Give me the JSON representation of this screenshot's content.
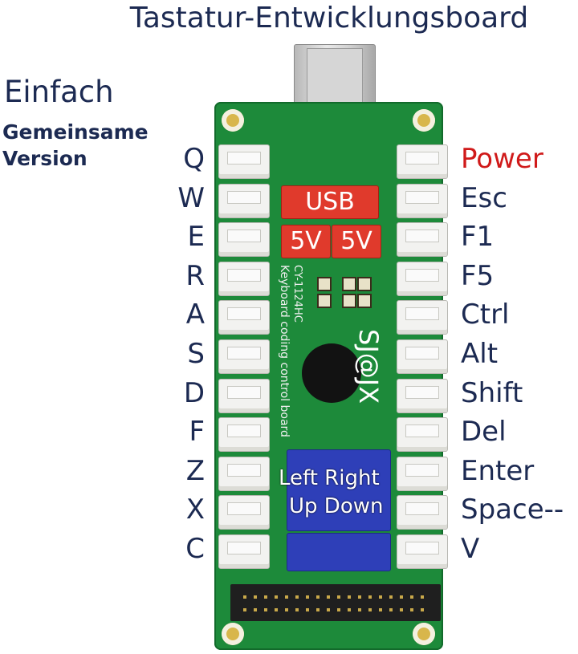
{
  "title": "Tastatur-Entwicklungsboard",
  "subtitle_1": "Einfach",
  "subtitle_2": "Gemeinsame",
  "subtitle_3": "Version",
  "left_labels": [
    "Q",
    "W",
    "E",
    "R",
    "A",
    "S",
    "D",
    "F",
    "Z",
    "X",
    "C"
  ],
  "right_labels": [
    "Power",
    "Esc",
    "F1",
    "F5",
    "Ctrl",
    "Alt",
    "Shift",
    "Del",
    "Enter",
    "Space--",
    "V"
  ],
  "board": {
    "usb_label": "USB",
    "v1_label": "5V",
    "v2_label": "5V",
    "model": "CY-1124HC",
    "silk_text": "Keyboard coding control board",
    "logo": "SJ@JX",
    "dir_line1": "Left Right",
    "dir_line2": "Up Down"
  },
  "colors": {
    "text": "#1c2a52",
    "power": "#d01a1a",
    "pcb": "#1d8a3a",
    "red_block": "#e03a2c",
    "blue_block": "#2e3fb8"
  }
}
